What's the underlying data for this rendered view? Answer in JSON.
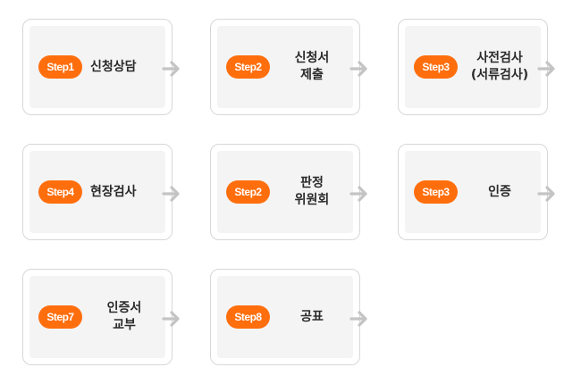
{
  "steps": [
    {
      "badge": "Step1",
      "line1": "신청상담",
      "line2": ""
    },
    {
      "badge": "Step2",
      "line1": "신청서",
      "line2": "제출"
    },
    {
      "badge": "Step3",
      "line1": "사전검사",
      "line2": "(서류검사)"
    },
    {
      "badge": "Step4",
      "line1": "현장검사",
      "line2": ""
    },
    {
      "badge": "Step2",
      "line1": "판정",
      "line2": "위원회"
    },
    {
      "badge": "Step3",
      "line1": "인증",
      "line2": ""
    },
    {
      "badge": "Step7",
      "line1": "인증서",
      "line2": "교부"
    },
    {
      "badge": "Step8",
      "line1": "공표",
      "line2": ""
    }
  ],
  "colors": {
    "badge": "#ff6e0d",
    "arrow": "#c4c4c4",
    "border": "#d7d7d7",
    "panel": "#f4f4f4"
  },
  "icons": {
    "connector": "chevron-right-arrow-icon"
  }
}
